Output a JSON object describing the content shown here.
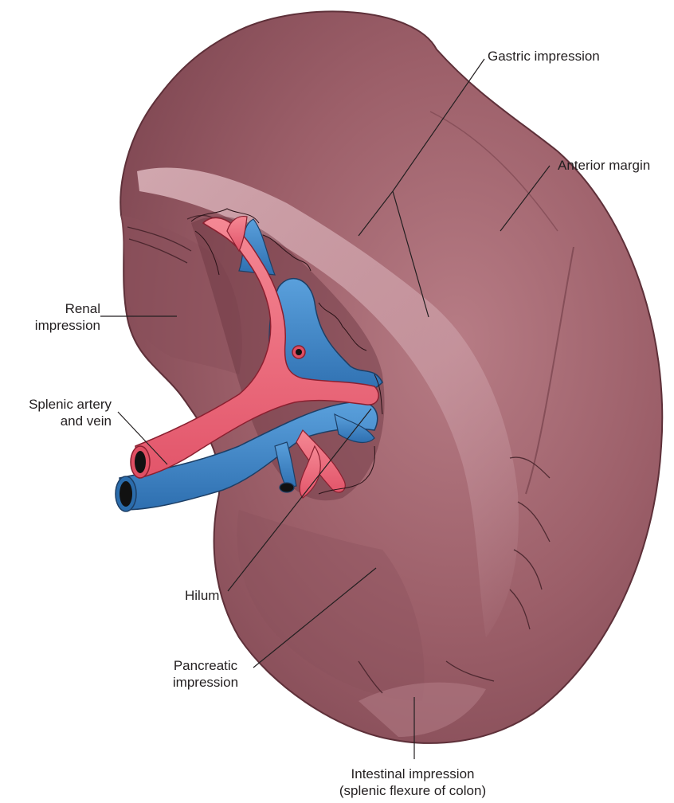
{
  "labels": {
    "gastric": "Gastric impression",
    "anterior_margin": "Anterior margin",
    "renal_line1": "Renal",
    "renal_line2": "impression",
    "splenic_line1": "Splenic artery",
    "splenic_line2": "and vein",
    "hilum": "Hilum",
    "pancreatic_line1": "Pancreatic",
    "pancreatic_line2": "impression",
    "intestinal_line1": "Intestinal impression",
    "intestinal_line2": "(splenic flexure of colon)"
  },
  "colors": {
    "organ": "#9a5c66",
    "organ_dark": "#7d4650",
    "organ_light": "#c99aa3",
    "artery": "#f06a79",
    "vein": "#3f87c9",
    "leader_line": "#231f20"
  }
}
